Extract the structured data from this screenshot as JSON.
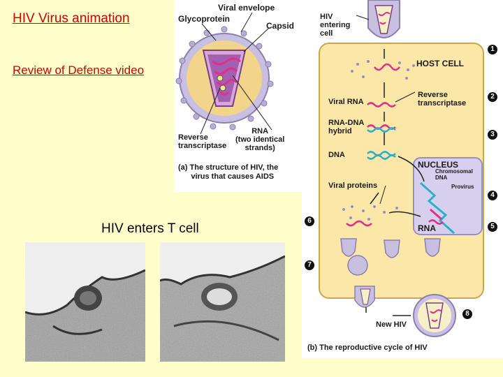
{
  "links": {
    "animation": "HIV Virus animation",
    "video": "Review of Defense video"
  },
  "captions": {
    "enters": "HIV enters T cell"
  },
  "structure": {
    "viral_envelope": "Viral envelope",
    "glycoprotein": "Glycoprotein",
    "capsid": "Capsid",
    "reverse_transcriptase": "Reverse\ntranscriptase",
    "rna": "RNA\n(two identical\nstrands)",
    "caption_a": "(a) The structure of HIV, the\n      virus that causes AIDS"
  },
  "cycle": {
    "hiv_entering": "HIV\nentering\ncell",
    "host_cell": "HOST CELL",
    "viral_rna": "Viral RNA",
    "reverse_transcriptase": "Reverse\ntranscriptase",
    "rna_dna_hybrid": "RNA-DNA\nhybrid",
    "dna": "DNA",
    "nucleus": "NUCLEUS",
    "chromosomal_dna": "Chromosomal\nDNA",
    "provirus": "Provirus",
    "viral_proteins": "Viral proteins",
    "rna": "RNA",
    "new_hiv": "New HIV",
    "caption_b": "(b) The reproductive cycle of HIV",
    "steps": [
      "1",
      "2",
      "3",
      "4",
      "5",
      "6",
      "7",
      "8"
    ]
  }
}
